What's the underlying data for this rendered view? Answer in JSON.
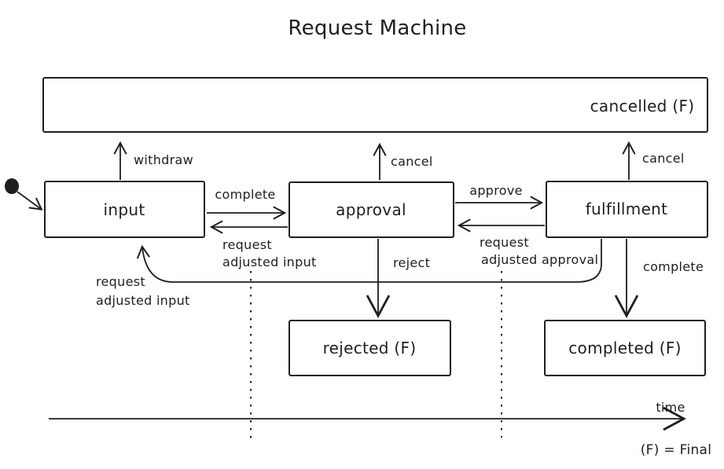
{
  "colors": {
    "stroke": "#1e1e1e",
    "background": "#ffffff"
  },
  "diagram": {
    "title": "Request Machine",
    "states": {
      "cancelled": {
        "label": "cancelled (F)"
      },
      "input": {
        "label": "input"
      },
      "approval": {
        "label": "approval"
      },
      "fulfillment": {
        "label": "fulfillment"
      },
      "rejected": {
        "label": "rejected (F)"
      },
      "completed": {
        "label": "completed (F)"
      }
    },
    "transitions": {
      "withdraw": {
        "label": "withdraw"
      },
      "cancel_from_approval": {
        "label": "cancel"
      },
      "cancel_from_fulfillment": {
        "label": "cancel"
      },
      "complete_from_input": {
        "label": "complete"
      },
      "request_adjusted_input_from_approval": {
        "line1": "request",
        "line2": "adjusted input"
      },
      "approve": {
        "label": "approve"
      },
      "request_adjusted_approval": {
        "line1": "request",
        "line2": "adjusted approval"
      },
      "reject": {
        "label": "reject"
      },
      "complete_from_fulfillment": {
        "label": "complete"
      },
      "request_adjusted_input_from_fulfillment": {
        "line1": "request",
        "line2": "adjusted input"
      }
    },
    "timeline": {
      "axis_label": "time",
      "note": "(F) = Final"
    }
  }
}
